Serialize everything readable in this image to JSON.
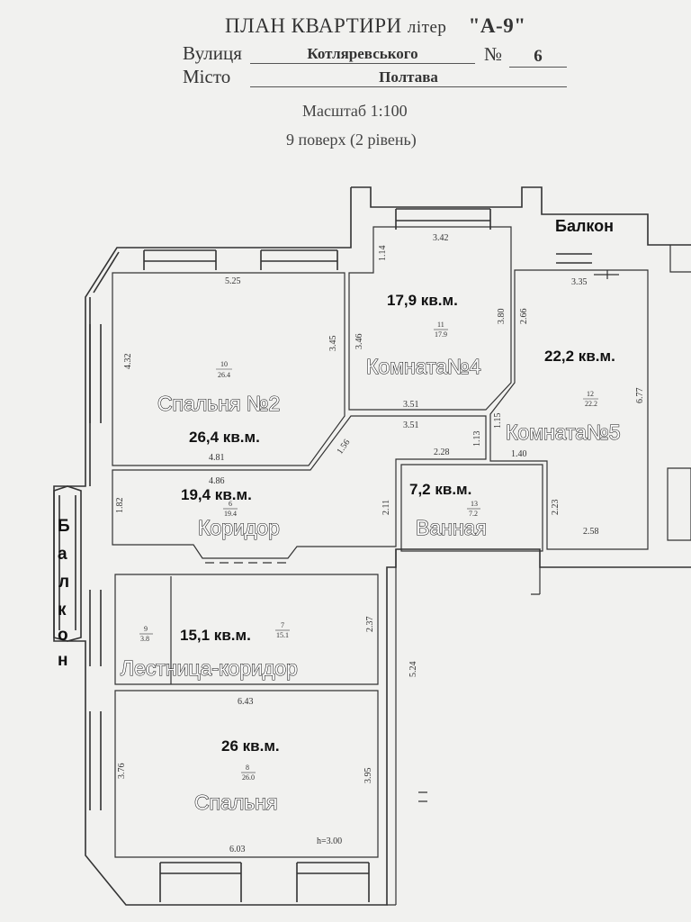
{
  "header": {
    "title": "ПЛАН КВАРТИРИ",
    "liter_label": "літер",
    "liter_value": "\"А-9\"",
    "street_label": "Вулиця",
    "street_value": "Котляревського",
    "number_label": "№",
    "number_value": "6",
    "city_label": "Місто",
    "city_value": "Полтава",
    "scale": "Масштаб 1:100",
    "floor": "9 поверх (2 рівень)"
  },
  "rooms": {
    "bedroom2": {
      "name": "Спальня №2",
      "area": "26,4 кв.м.",
      "num": "10",
      "num_area": "26.4"
    },
    "room4": {
      "name": "Комната№4",
      "area": "17,9 кв.м.",
      "num": "11",
      "num_area": "17.9"
    },
    "room5": {
      "name": "Комната№5",
      "area": "22,2 кв.м.",
      "num": "12",
      "num_area": "22.2"
    },
    "corridor": {
      "name": "Коридор",
      "area": "19,4 кв.м.",
      "num": "6",
      "num_area": "19.4"
    },
    "bath": {
      "name": "Ванная",
      "area": "7,2 кв.м.",
      "num": "13",
      "num_area": "7.2"
    },
    "stair": {
      "name": "Лестница-коридор",
      "area": "15,1 кв.м.",
      "num": "7",
      "num_area": "15.1"
    },
    "small9": {
      "num": "9",
      "num_area": "3.8"
    },
    "bedroom": {
      "name": "Спальня",
      "area": "26 кв.м.",
      "num": "8",
      "num_area": "26.0"
    },
    "balcony_top": "Балкон",
    "balcony_left": [
      "Б",
      "а",
      "л",
      "к",
      "о",
      "н"
    ]
  },
  "dimensions": {
    "d525": "5.25",
    "d432": "4.32",
    "d345": "3.45",
    "d346": "3.46",
    "d342": "3.42",
    "d114": "1.14",
    "d380": "3.80",
    "d335": "3.35",
    "d266": "2.66",
    "d677": "6.77",
    "d351a": "3.51",
    "d351b": "3.51",
    "d113": "1.13",
    "d228": "2.28",
    "d115": "1.15",
    "d140": "1.40",
    "d156": "1.56",
    "d481": "4.81",
    "d486": "4.86",
    "d182": "1.82",
    "d211": "2.11",
    "d223": "2.23",
    "d258": "2.58",
    "d237": "2.37",
    "d524": "5.24",
    "d643": "6.43",
    "d376": "3.76",
    "d395": "3.95",
    "d603": "6.03"
  },
  "ceiling": "h=3.00"
}
